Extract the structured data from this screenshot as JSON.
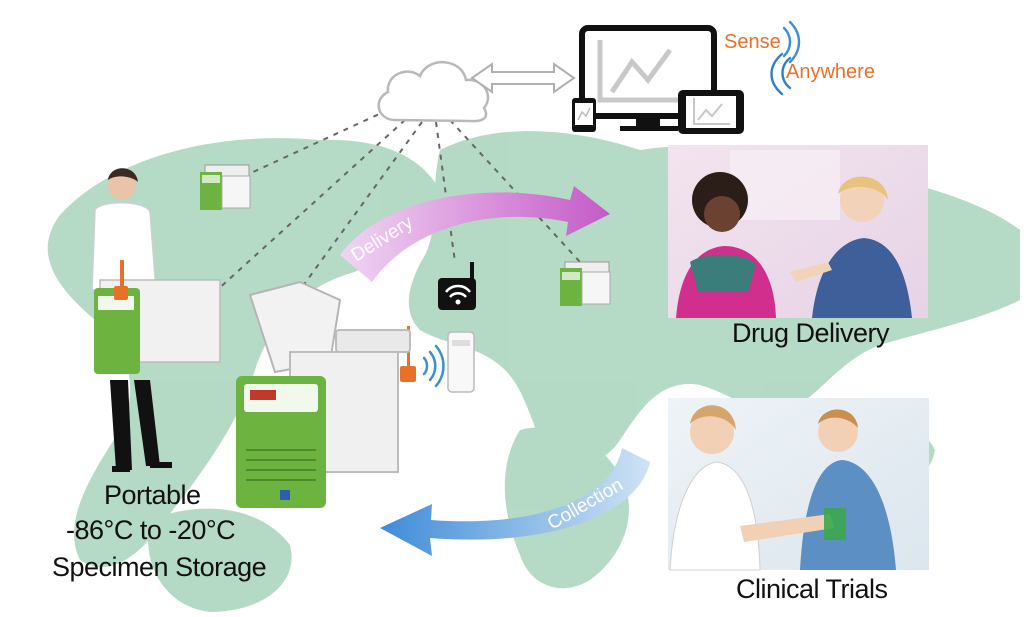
{
  "brand": {
    "line1": "Sense",
    "line2": "Anywhere",
    "color": "#e8712a",
    "wave_color": "#3a8fd6"
  },
  "colors": {
    "map": "#a8d4bb",
    "freezer_green": "#6db33f",
    "delivery_arrow": "#c878d0",
    "collection_arrow": "#4a90d9"
  },
  "arrows": {
    "delivery": "Delivery",
    "collection": "Collection"
  },
  "labels": {
    "storage_line1": "Portable",
    "storage_line2": "-86°C to -20°C",
    "storage_line3": "Specimen Storage",
    "drug_delivery": "Drug Delivery",
    "clinical_trials": "Clinical Trials"
  },
  "icons": [
    "cloud-icon",
    "double-arrow-icon",
    "monitor-icon",
    "phone-icon",
    "tablet-icon",
    "wifi-gateway-icon",
    "wireless-signal-icon",
    "temperature-probe-icon",
    "sensor-device-icon",
    "freezer-icon"
  ]
}
